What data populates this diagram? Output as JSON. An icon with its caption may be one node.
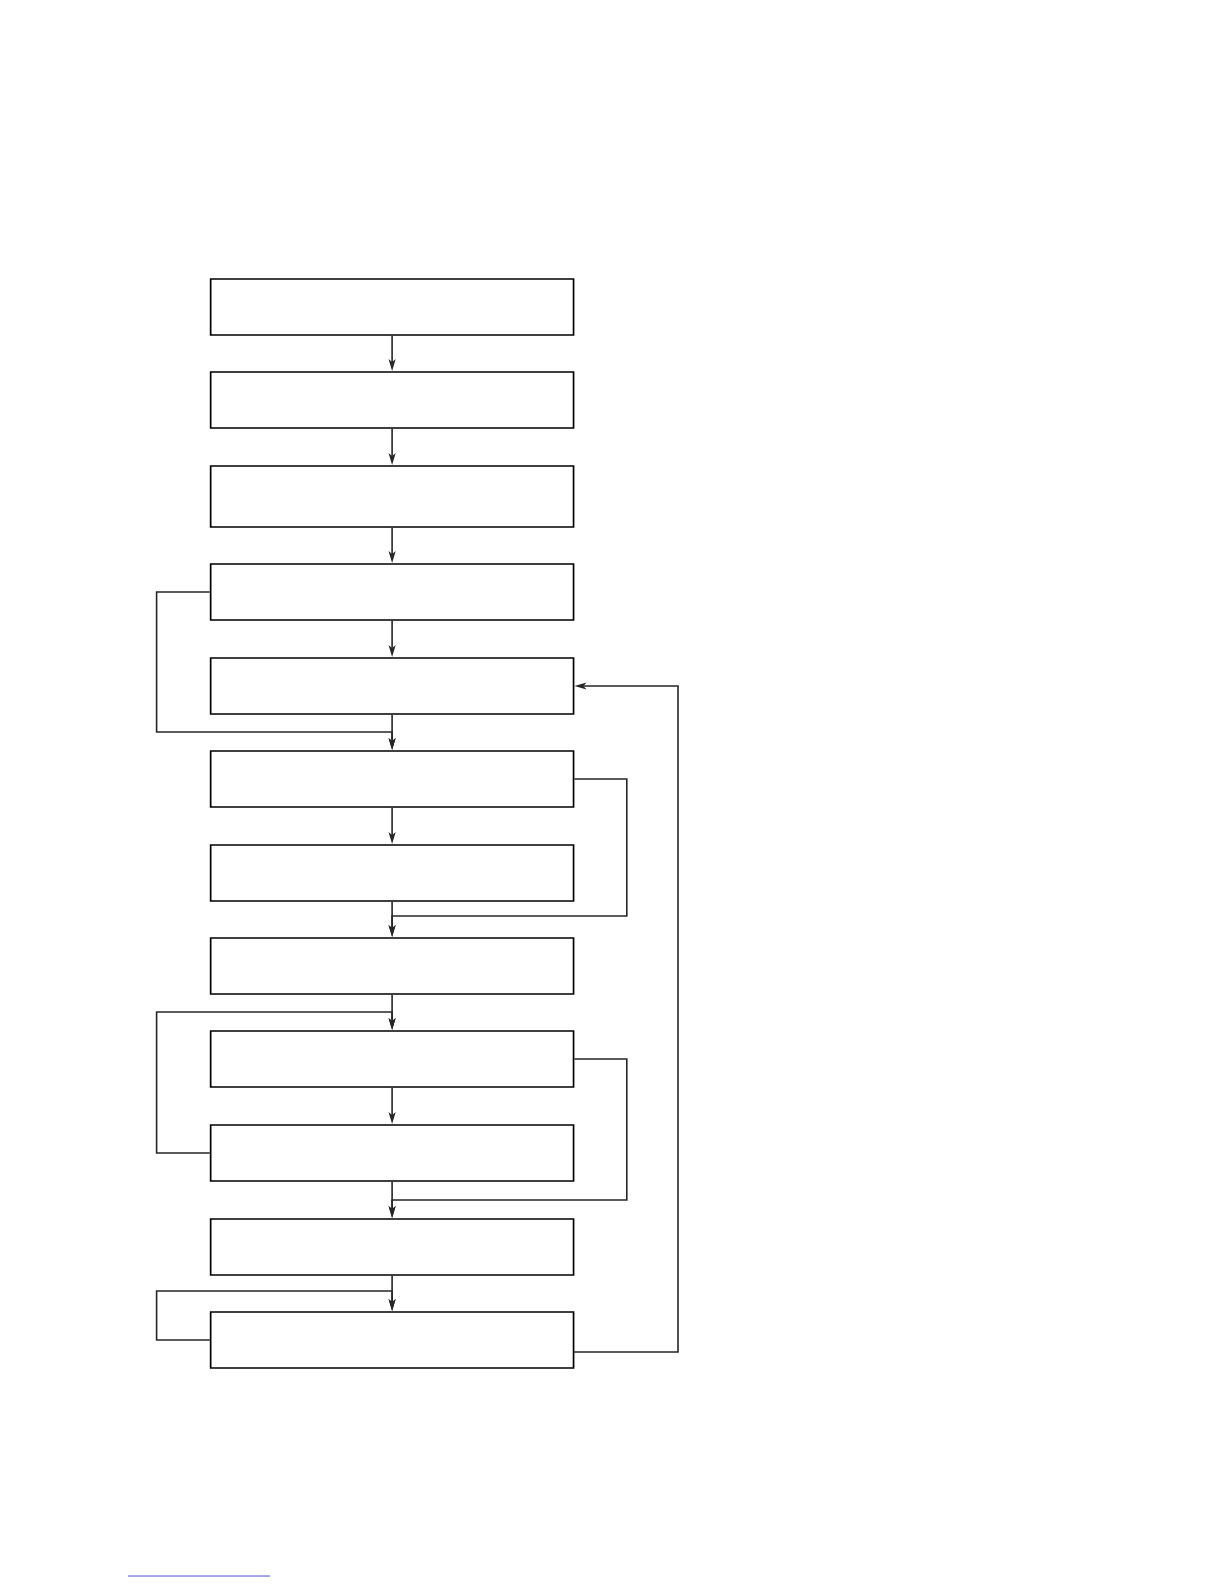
{
  "diagram": {
    "nodes": [
      {
        "text": [],
        "shape": "box"
      },
      {
        "text": [],
        "shape": "box"
      },
      {
        "text": [],
        "shape": "box"
      },
      {
        "text": [],
        "shape": "box"
      },
      {
        "text": [],
        "shape": "box"
      },
      {
        "text": [],
        "shape": "box"
      },
      {
        "text": [],
        "shape": "box"
      },
      {
        "text": [],
        "shape": "box"
      },
      {
        "text": [],
        "shape": "box"
      },
      {
        "text": [],
        "shape": "box"
      },
      {
        "text": [],
        "shape": "box"
      },
      {
        "text": [],
        "shape": "box"
      }
    ],
    "edges": [
      {
        "from": 0,
        "to": 1,
        "arrow": "to"
      },
      {
        "from": 1,
        "to": 2,
        "arrow": "to"
      },
      {
        "from": 2,
        "to": 3,
        "arrow": "to"
      },
      {
        "from": 3,
        "to": 4,
        "arrow": "to"
      },
      {
        "from": 4,
        "to": 5,
        "arrow": "to"
      },
      {
        "from": 5,
        "to": 6,
        "arrow": "to"
      },
      {
        "from": 6,
        "to": 7,
        "arrow": "to"
      },
      {
        "from": 7,
        "to": 8,
        "arrow": "to"
      },
      {
        "from": 8,
        "to": 9,
        "arrow": "to"
      },
      {
        "from": 9,
        "to": 10,
        "arrow": "to"
      },
      {
        "from": 10,
        "to": 11,
        "arrow": "to"
      },
      {
        "from": 3,
        "to": 5,
        "arrow": "to"
      },
      {
        "from": 5,
        "to": 7,
        "arrow": "to"
      },
      {
        "from": 9,
        "to": 8,
        "arrow": "to"
      },
      {
        "from": 8,
        "to": 10,
        "arrow": "to"
      },
      {
        "from": 11,
        "to": 11,
        "arrow": "to"
      },
      {
        "from": 11,
        "to": 4,
        "arrow": "to"
      }
    ]
  }
}
